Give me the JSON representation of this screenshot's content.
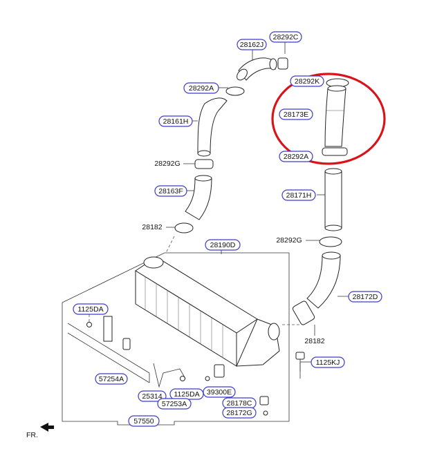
{
  "colors": {
    "label_border": "#3a3ad0",
    "highlight": "#d8141a",
    "line": "#333333"
  },
  "labels": {
    "p28162J": "28162J",
    "p28292C": "28292C",
    "p28292A_top": "28292A",
    "p28292K": "28292K",
    "p28173E": "28173E",
    "p28161H": "28161H",
    "p28292A_right": "28292A",
    "p28292G_left": "28292G",
    "p28163F": "28163F",
    "p28171H": "28171H",
    "p28182_left": "28182",
    "p28190D": "28190D",
    "p28292G_right": "28292G",
    "p28172D": "28172D",
    "p1125DA_top": "1125DA",
    "p28182_right": "28182",
    "p1125KJ": "1125KJ",
    "p57254A": "57254A",
    "p25314": "25314",
    "p1125DA_bottom": "1125DA",
    "p39300E": "39300E",
    "p57253A": "57253A",
    "p28178C": "28178C",
    "p28172G": "28172G",
    "p57550": "57550"
  },
  "direction_label": "FR."
}
